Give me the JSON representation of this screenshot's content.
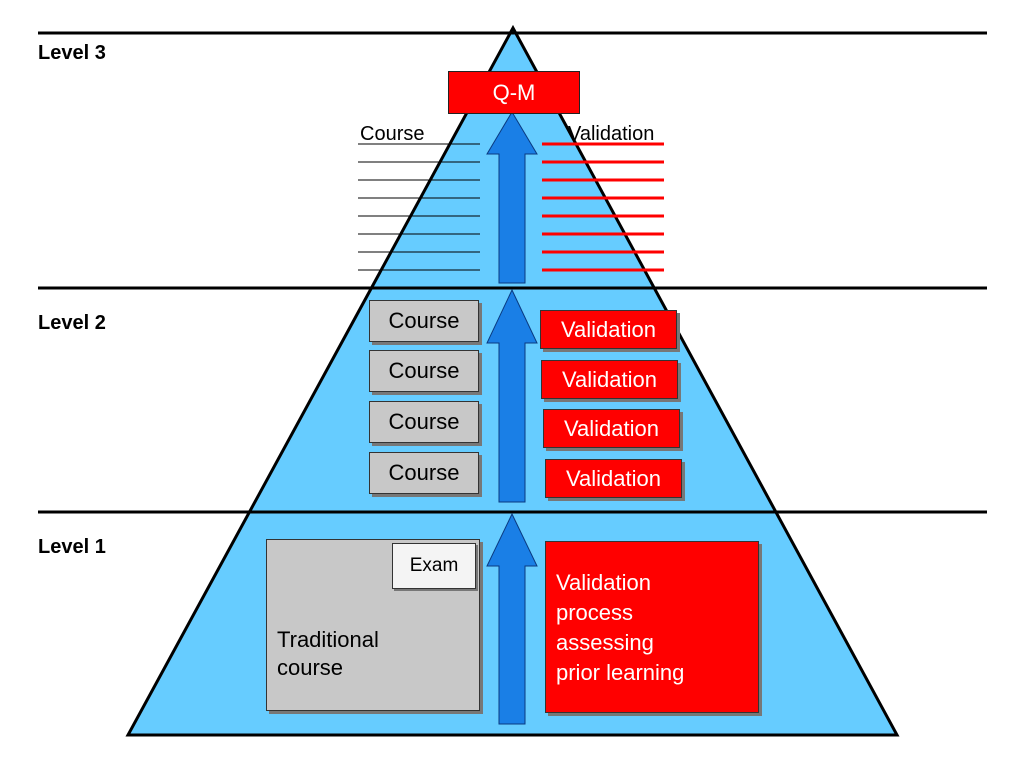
{
  "colors": {
    "pyramid_fill": "#66ccff",
    "arrow_fill": "#1a7fe6",
    "validation_red": "#ff0000",
    "course_gray": "#c8c8c8"
  },
  "levels": {
    "level3": "Level 3",
    "level2": "Level 2",
    "level1": "Level 1"
  },
  "level3": {
    "qm_label": "Q-M",
    "course_header": "Course",
    "validation_header": "Validation"
  },
  "level2": {
    "courses": [
      "Course",
      "Course",
      "Course",
      "Course"
    ],
    "validations": [
      "Validation",
      "Validation",
      "Validation",
      "Validation"
    ]
  },
  "level1": {
    "exam_label": "Exam",
    "traditional_line1": "Traditional",
    "traditional_line2": "course",
    "apl_lines": [
      "Validation",
      "process",
      "assessing",
      "prior learning"
    ]
  }
}
